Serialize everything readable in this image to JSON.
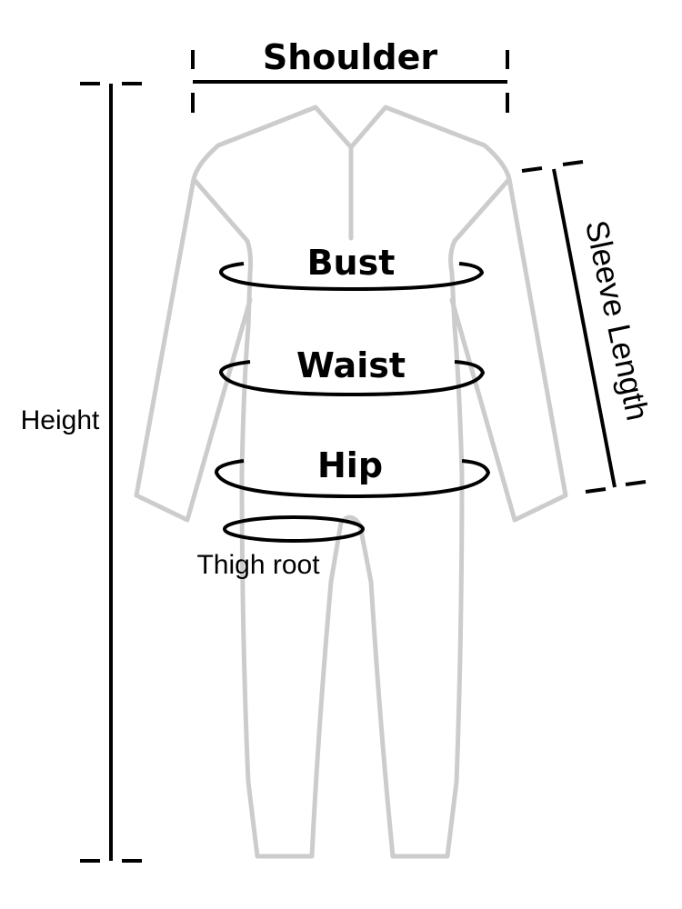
{
  "labels": {
    "shoulder": "Shoulder",
    "bust": "Bust",
    "waist": "Waist",
    "hip": "Hip",
    "thigh_root": "Thigh root",
    "height": "Height",
    "sleeve_length": "Sleeve Length"
  },
  "colors": {
    "garment_outline": "#cccccc",
    "measure_line": "#000000",
    "background": "#ffffff"
  }
}
